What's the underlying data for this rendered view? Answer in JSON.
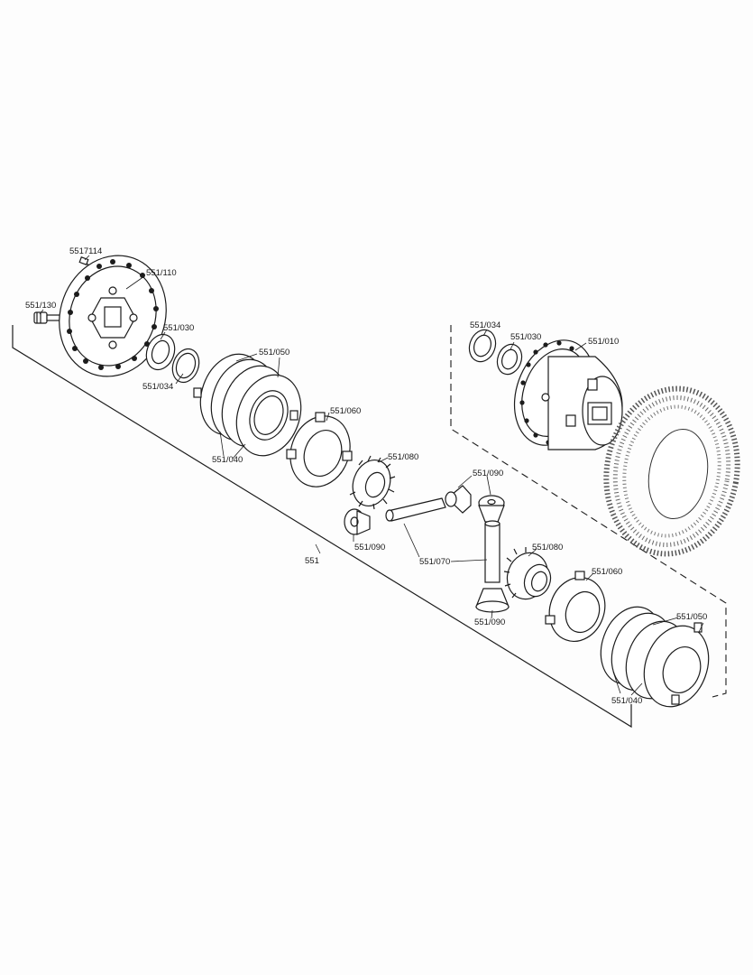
{
  "diagram": {
    "labels": {
      "p5517114": "5517114",
      "p551_110": "551/110",
      "p551_130": "551/130",
      "p551_030_left": "551/030",
      "p551_034_left": "551/034",
      "p551_050_left": "551/050",
      "p551_040_left": "551/040",
      "p551_060_left": "551/060",
      "p551_080_left": "551/080",
      "p551_090_top": "551/090",
      "p551_090_left": "551/090",
      "p551_070": "551/070",
      "p551": "551",
      "p551_034_right": "551/034",
      "p551_030_right": "551/030",
      "p551_010": "551/010",
      "p551_080_right": "551/080",
      "p551_060_right": "551/060",
      "p551_090_bottom": "551/090",
      "p551_050_right": "551/050",
      "p551_040_right": "551/040"
    }
  }
}
